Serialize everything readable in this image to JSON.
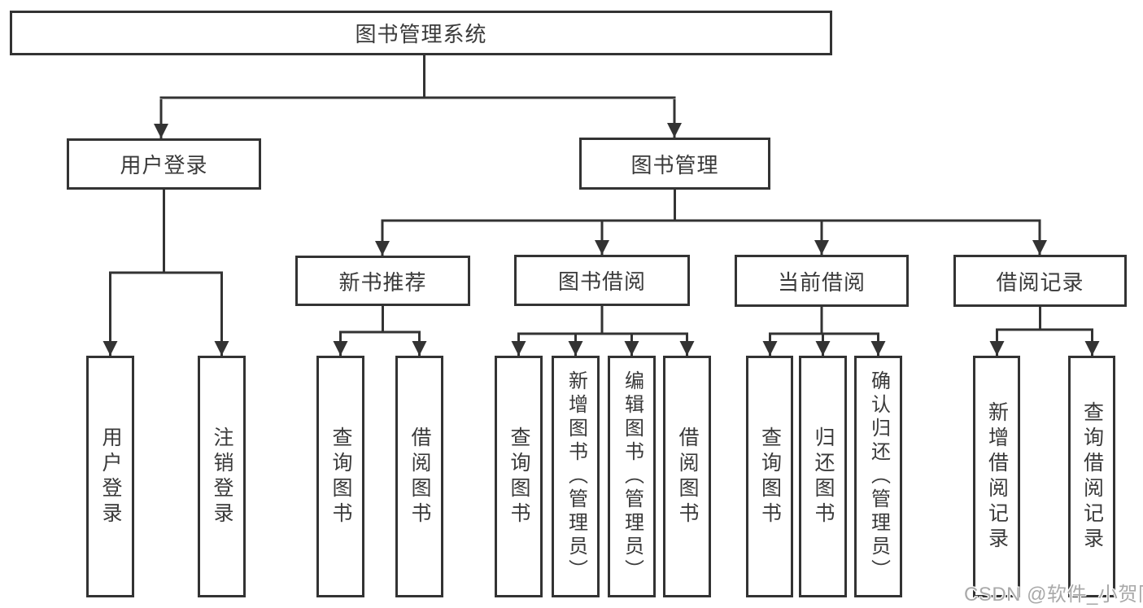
{
  "colors": {
    "line": "#333333",
    "box_border": "#333333",
    "text": "#3a3a3a",
    "background": "#ffffff",
    "watermark": "#a9a9a9"
  },
  "diagram": {
    "type": "hierarchy-tree",
    "label": "图书管理系统",
    "children": [
      {
        "label": "用户登录",
        "children": [
          {
            "label": "用户登录"
          },
          {
            "label": "注销登录"
          }
        ]
      },
      {
        "label": "图书管理",
        "children": [
          {
            "label": "新书推荐",
            "children": [
              {
                "label": "查询图书"
              },
              {
                "label": "借阅图书"
              }
            ]
          },
          {
            "label": "图书借阅",
            "children": [
              {
                "label": "查询图书"
              },
              {
                "label": "新增图书（管理员）"
              },
              {
                "label": "编辑图书（管理员）"
              },
              {
                "label": "借阅图书"
              }
            ]
          },
          {
            "label": "当前借阅",
            "children": [
              {
                "label": "查询图书"
              },
              {
                "label": "归还图书"
              },
              {
                "label": "确认归还（管理员）"
              }
            ]
          },
          {
            "label": "借阅记录",
            "children": [
              {
                "label": "新增借阅记录"
              },
              {
                "label": "查询借阅记录"
              }
            ]
          }
        ]
      }
    ]
  },
  "watermark": {
    "text": "CSDN @软件_小贺同学"
  }
}
